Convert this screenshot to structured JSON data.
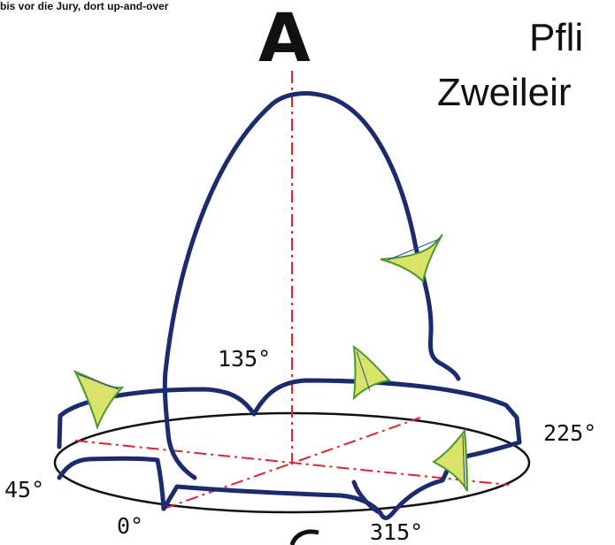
{
  "caption": "bis vor die Jury, dort up-and-over",
  "big_letter": "A",
  "title_line1": "Pfli",
  "title_line2": "Zweileir",
  "angles": {
    "a135": "135°",
    "a225": "225°",
    "a45": "45°",
    "a0": "0°",
    "a315": "315°"
  },
  "colors": {
    "path": "#1c2a6e",
    "axis": "#e0242c",
    "kite_stroke": "#4a9a2a",
    "kite_fill": "#c8d84a",
    "ellipse": "#111111"
  }
}
